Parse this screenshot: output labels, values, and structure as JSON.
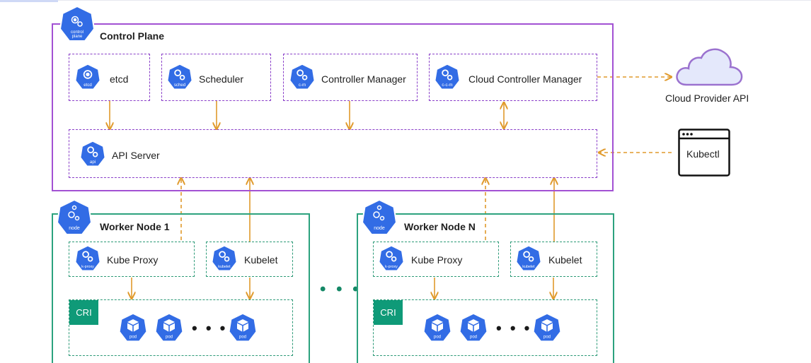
{
  "control_plane": {
    "title": "Control Plane",
    "icon_text_top": "control",
    "icon_text_bottom": "plane",
    "components": [
      {
        "label": "etcd",
        "icon_text": "etcd"
      },
      {
        "label": "Scheduler",
        "icon_text": "sched"
      },
      {
        "label": "Controller Manager",
        "icon_text": "c-m"
      },
      {
        "label": "Cloud Controller Manager",
        "icon_text": "c-c-m"
      }
    ],
    "api_server": {
      "label": "API Server",
      "icon_text": "api"
    }
  },
  "external": {
    "cloud_label": "Cloud Provider API",
    "kubectl_label": "Kubectl"
  },
  "worker_nodes": [
    {
      "title": "Worker Node 1",
      "icon_text": "node",
      "kube_proxy": {
        "label": "Kube Proxy",
        "icon_text": "k-proxy"
      },
      "kubelet": {
        "label": "Kubelet",
        "icon_text": "kubelet"
      },
      "cri_label": "CRI",
      "pod_icon_text": "pod",
      "ellipsis": "• • •"
    },
    {
      "title": "Worker Node N",
      "icon_text": "node",
      "kube_proxy": {
        "label": "Kube Proxy",
        "icon_text": "k-proxy"
      },
      "kubelet": {
        "label": "Kubelet",
        "icon_text": "kubelet"
      },
      "cri_label": "CRI",
      "pod_icon_text": "pod",
      "ellipsis": "• • •"
    }
  ],
  "between_nodes_ellipsis": "• • •",
  "colors": {
    "k8s_blue": "#326ce5",
    "control_plane_border": "#a251d3",
    "worker_border": "#2ca27e",
    "arrow": "#e09a2c",
    "cri_fill": "#0f9a78",
    "cloud_fill": "#e4e8fb",
    "cloud_stroke": "#9b72cf"
  }
}
